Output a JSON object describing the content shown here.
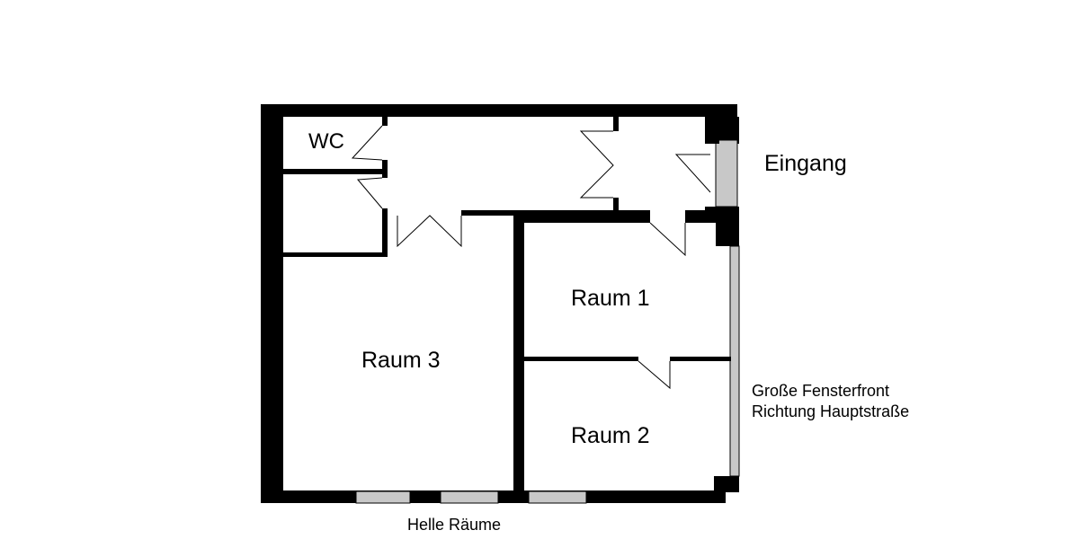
{
  "rooms": {
    "wc": "WC",
    "raum1": "Raum 1",
    "raum2": "Raum 2",
    "raum3": "Raum 3"
  },
  "annotations": {
    "entrance": "Eingang",
    "window_front_line1": "Große Fensterfront",
    "window_front_line2": "Richtung Hauptstraße",
    "bright_rooms": "Helle Räume"
  },
  "colors": {
    "wall": "#000000",
    "glass": "#c8c8c8",
    "background": "#ffffff"
  }
}
